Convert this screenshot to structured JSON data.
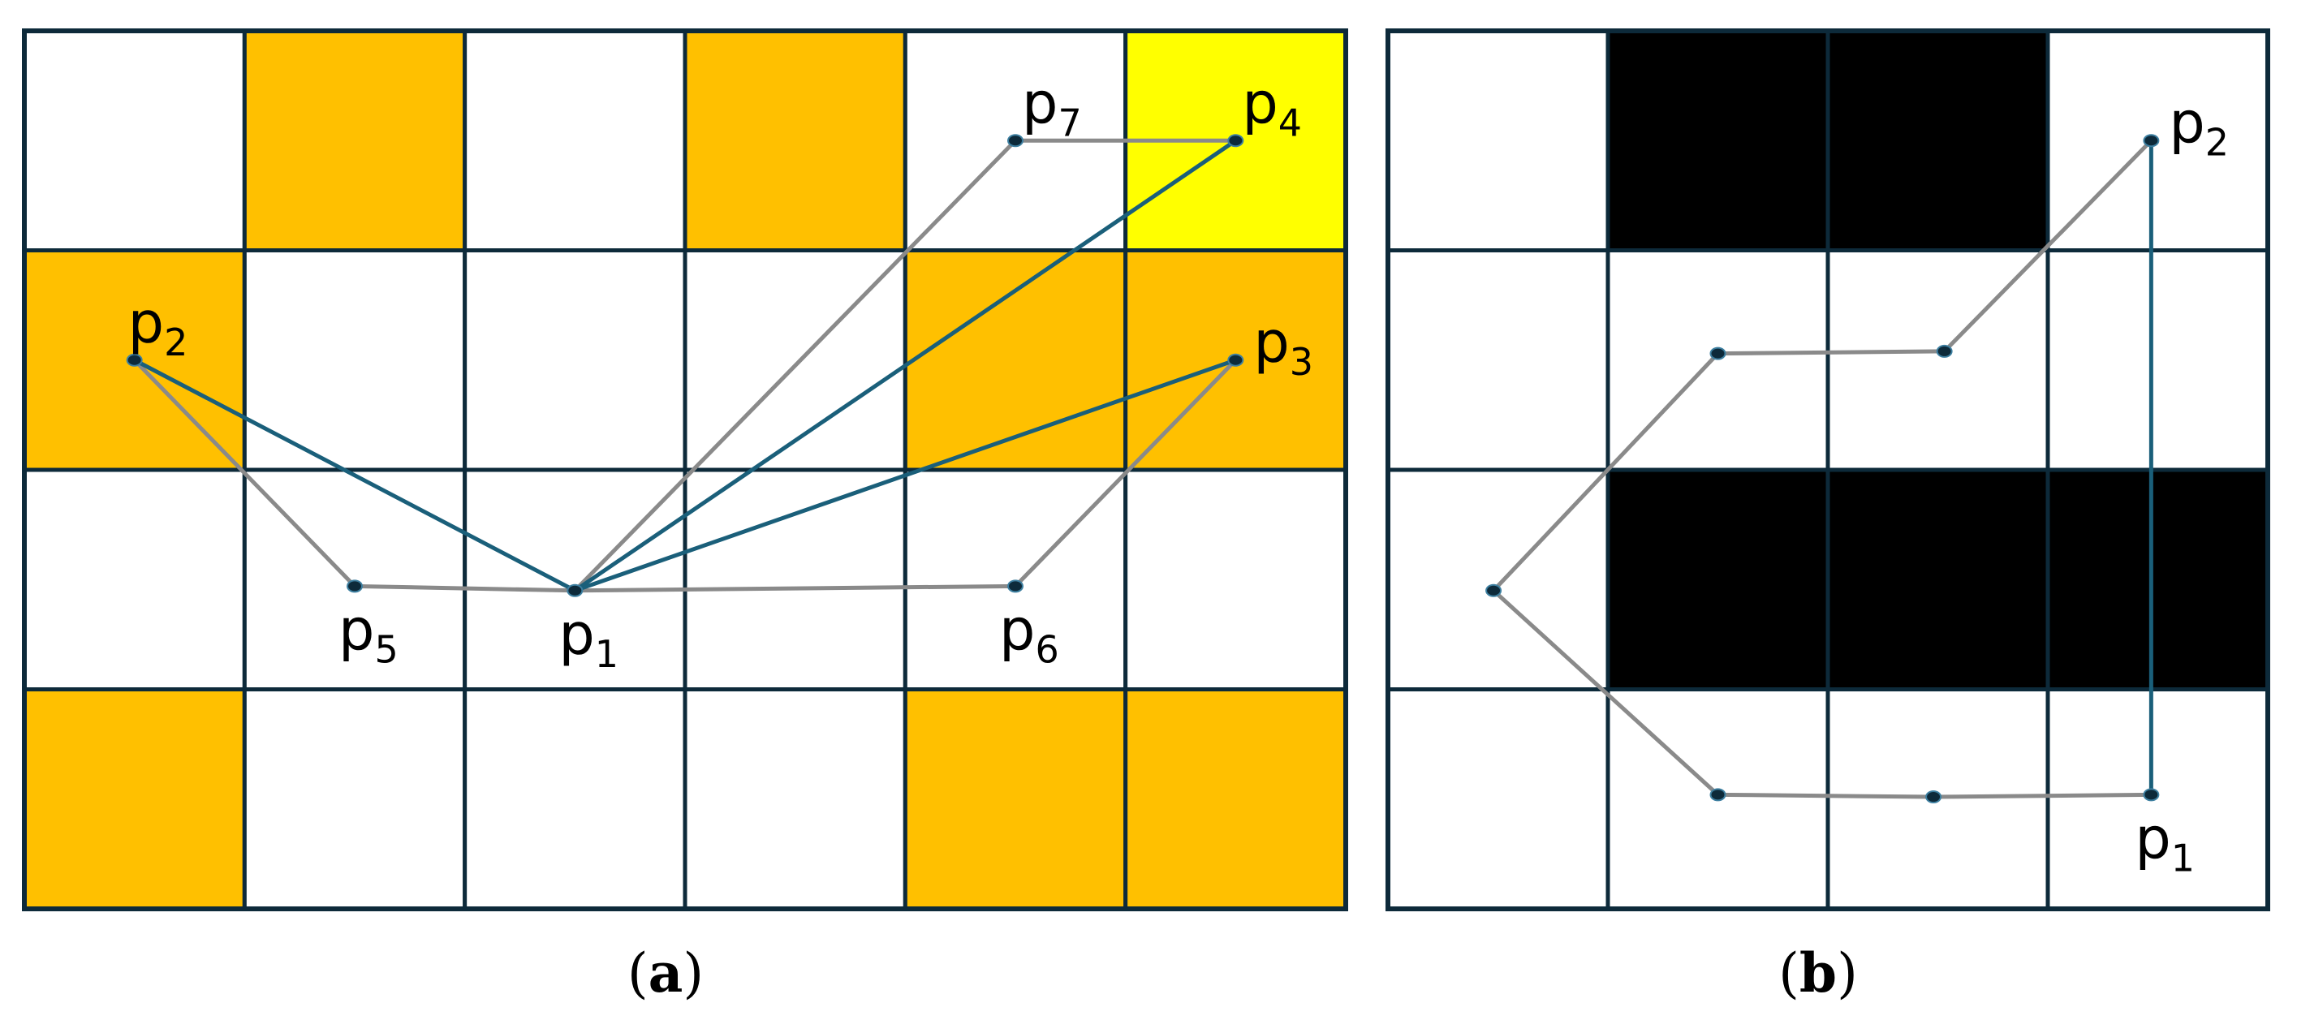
{
  "colors": {
    "grid_line": "#0d2a3a",
    "orange": "#ffc000",
    "yellow": "#ffff00",
    "black": "#000000",
    "gray_edge": "#8a8a8a",
    "blue_edge": "#1a5f7a",
    "node_fill": "#0d2a3a"
  },
  "panel_a": {
    "rows": 4,
    "cols": 6,
    "cells": [
      [
        0,
        2,
        0,
        2,
        0,
        3
      ],
      [
        2,
        0,
        0,
        0,
        2,
        2
      ],
      [
        0,
        0,
        0,
        0,
        0,
        0
      ],
      [
        2,
        0,
        0,
        0,
        2,
        2
      ]
    ],
    "nodes": [
      {
        "id": "p1",
        "col": 2.5,
        "row": 2.55,
        "label": "p",
        "sub": "1",
        "label_pos": "below"
      },
      {
        "id": "p2",
        "col": 0.5,
        "row": 1.5,
        "label": "p",
        "sub": "2",
        "label_pos": "above"
      },
      {
        "id": "p3",
        "col": 5.5,
        "row": 1.5,
        "label": "p",
        "sub": "3",
        "label_pos": "right"
      },
      {
        "id": "p4",
        "col": 5.5,
        "row": 0.5,
        "label": "p",
        "sub": "4",
        "label_pos": "above"
      },
      {
        "id": "p5",
        "col": 1.5,
        "row": 2.53,
        "label": "p",
        "sub": "5",
        "label_pos": "below"
      },
      {
        "id": "p6",
        "col": 4.5,
        "row": 2.53,
        "label": "p",
        "sub": "6",
        "label_pos": "below"
      },
      {
        "id": "p7",
        "col": 4.5,
        "row": 0.5,
        "label": "p",
        "sub": "7",
        "label_pos": "above"
      }
    ],
    "gray_edges": [
      [
        "p2",
        "p5"
      ],
      [
        "p5",
        "p1"
      ],
      [
        "p1",
        "p6"
      ],
      [
        "p6",
        "p3"
      ],
      [
        "p1",
        "p7"
      ],
      [
        "p7",
        "p4"
      ]
    ],
    "blue_edges": [
      [
        "p1",
        "p2"
      ],
      [
        "p1",
        "p4"
      ],
      [
        "p1",
        "p3"
      ]
    ],
    "caption_open": "(",
    "caption_letter": "a",
    "caption_close": ")"
  },
  "panel_b": {
    "rows": 4,
    "cols": 4,
    "cells": [
      [
        0,
        1,
        1,
        0
      ],
      [
        0,
        0,
        0,
        0
      ],
      [
        0,
        1,
        1,
        1
      ],
      [
        0,
        0,
        0,
        0
      ]
    ],
    "nodes": [
      {
        "id": "p1",
        "col": 3.47,
        "row": 3.48,
        "label": "p",
        "sub": "1",
        "label_pos": "below"
      },
      {
        "id": "p2",
        "col": 3.47,
        "row": 0.5,
        "label": "p",
        "sub": "2",
        "label_pos": "right"
      },
      {
        "id": "q1",
        "col": 1.5,
        "row": 1.47,
        "label": "",
        "sub": ""
      },
      {
        "id": "q2",
        "col": 2.53,
        "row": 1.46,
        "label": "",
        "sub": ""
      },
      {
        "id": "q3",
        "col": 0.48,
        "row": 2.55,
        "label": "",
        "sub": ""
      },
      {
        "id": "q4",
        "col": 1.5,
        "row": 3.48,
        "label": "",
        "sub": ""
      },
      {
        "id": "q5",
        "col": 2.48,
        "row": 3.49,
        "label": "",
        "sub": ""
      }
    ],
    "gray_edges": [
      [
        "p2",
        "q2"
      ],
      [
        "q2",
        "q1"
      ],
      [
        "q1",
        "q3"
      ],
      [
        "q3",
        "q4"
      ],
      [
        "q4",
        "q5"
      ],
      [
        "q5",
        "p1"
      ]
    ],
    "blue_edges": [
      [
        "p1",
        "p2"
      ]
    ],
    "caption_open": "(",
    "caption_letter": "b",
    "caption_close": ")"
  }
}
